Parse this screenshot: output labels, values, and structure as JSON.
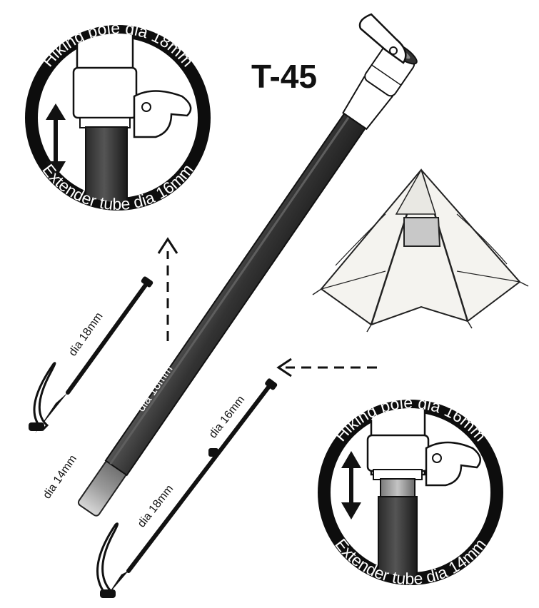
{
  "title": "T-45",
  "callouts": {
    "top": {
      "upper_label": "Hiking pole dia 18mm",
      "lower_label": "Extender tube dia 16mm"
    },
    "bottom": {
      "upper_label": "Hiking pole dia 16mm",
      "lower_label": "Extender tube dia 14mm"
    }
  },
  "extender": {
    "main_label": "dia 16mm",
    "tip_label": "dia 14mm"
  },
  "poles": {
    "left_pole_label": "dia 18mm",
    "right_pole_upper_label": "dia 16mm",
    "right_pole_lower_label": "dia 18mm"
  },
  "icons": [
    "up-down-arrow-icon",
    "dashed-arrow-up-icon",
    "dashed-arrow-left-icon",
    "tent-icon",
    "hiking-pole-icon",
    "clamp-lever-icon"
  ],
  "colors": {
    "tube_dark": "#3b3b3b",
    "tube_tip": "#a9a9a9",
    "ring": "#0d0d0d",
    "tent_fill": "#f4f3ef",
    "tent_window": "#c8c8c8"
  }
}
